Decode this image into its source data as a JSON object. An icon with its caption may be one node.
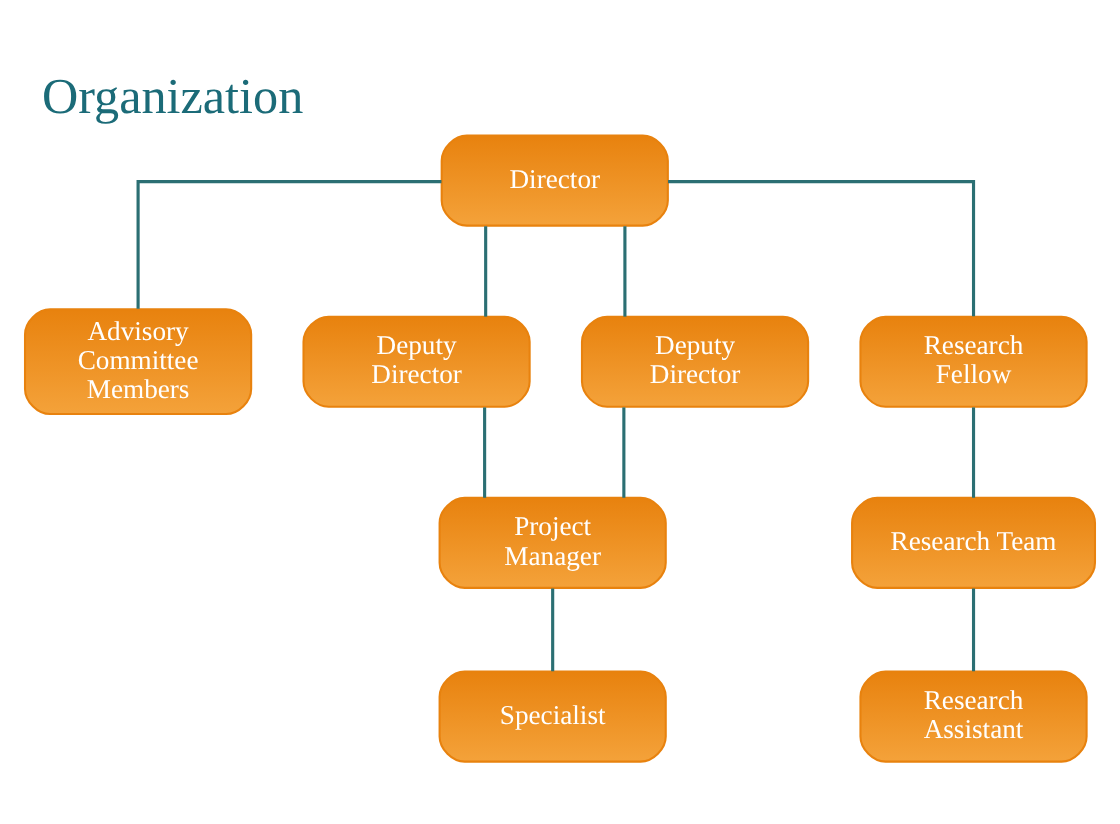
{
  "diagram": {
    "title": "Organization",
    "nodes": [
      {
        "text": [
          "Director"
        ]
      },
      {
        "text": [
          "Advisory Committee Members"
        ]
      },
      {
        "text": [
          "Deputy Director"
        ]
      },
      {
        "text": [
          "Deputy Director"
        ]
      },
      {
        "text": [
          "Research Fellow"
        ]
      },
      {
        "text": [
          "Project Manager"
        ]
      },
      {
        "text": [
          "Specialist"
        ]
      },
      {
        "text": [
          "Research Team"
        ]
      },
      {
        "text": [
          "Research Assistant"
        ]
      }
    ],
    "edges": [
      {
        "from": 0,
        "to": 1,
        "arrow": "none"
      },
      {
        "from": 0,
        "to": 2,
        "arrow": "none"
      },
      {
        "from": 0,
        "to": 3,
        "arrow": "none"
      },
      {
        "from": 0,
        "to": 4,
        "arrow": "none"
      },
      {
        "from": 2,
        "to": 5,
        "arrow": "none"
      },
      {
        "from": 3,
        "to": 5,
        "arrow": "none"
      },
      {
        "from": 5,
        "to": 6,
        "arrow": "none"
      },
      {
        "from": 4,
        "to": 7,
        "arrow": "none"
      },
      {
        "from": 7,
        "to": 8,
        "arrow": "none"
      }
    ]
  }
}
